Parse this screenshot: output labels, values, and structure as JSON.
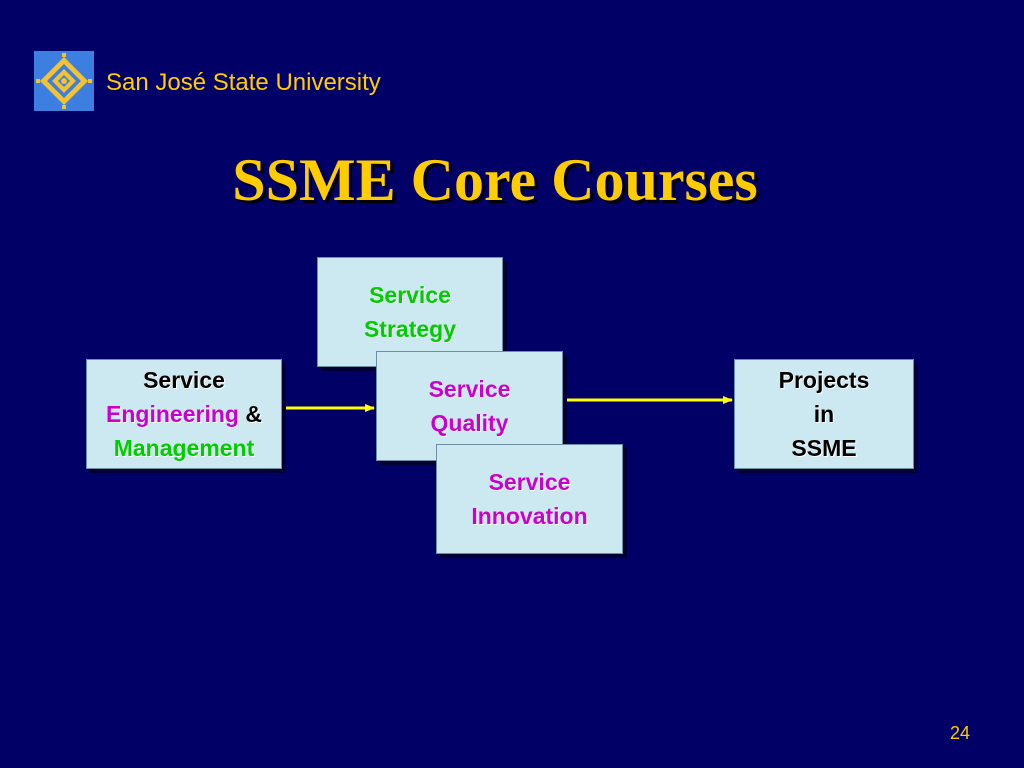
{
  "header": {
    "university": "San José State University",
    "logo_icon": "sjsu-seal-icon"
  },
  "slide": {
    "title": "SSME Core Courses",
    "page_number": "24"
  },
  "diagram": {
    "colors": {
      "box_fill": "#cce8f0",
      "black_text": "#000000",
      "green_text": "#00cc00",
      "magenta_text": "#cc00cc",
      "arrow": "#ffff00"
    },
    "boxes": {
      "strategy": {
        "line1": "Service",
        "line2": "Strategy"
      },
      "engineering": {
        "line1": "Service",
        "line2a": "Engineering",
        "line2b": "&",
        "line3": "Management"
      },
      "quality": {
        "line1": "Service",
        "line2": "Quality"
      },
      "innovation": {
        "line1": "Service",
        "line2": "Innovation"
      },
      "projects": {
        "line1": "Projects",
        "line2": "in",
        "line3": "SSME"
      }
    }
  }
}
